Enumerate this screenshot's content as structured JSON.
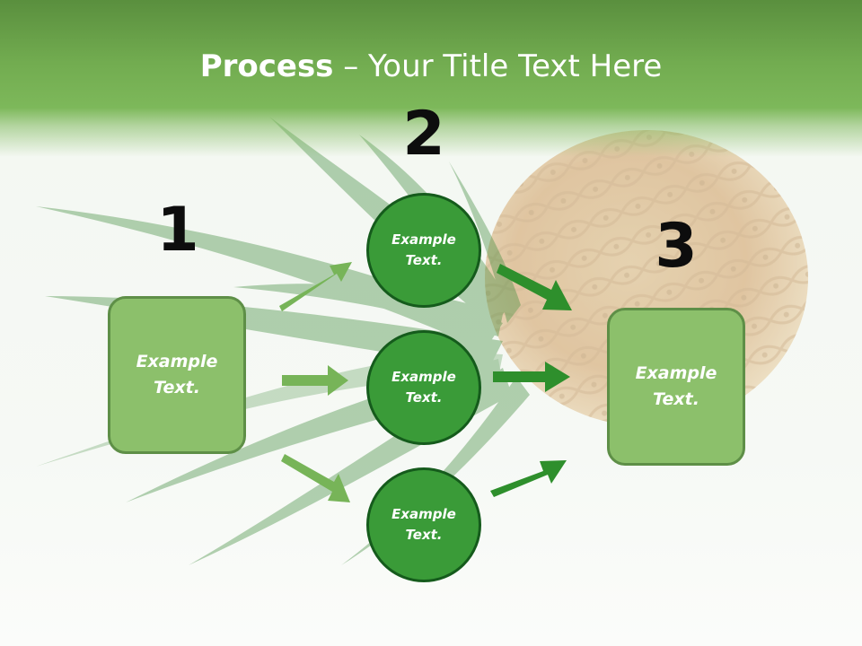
{
  "title": {
    "bold": "Process",
    "rest": " – Your Title Text Here"
  },
  "steps": {
    "one": "1",
    "two": "2",
    "three": "3"
  },
  "left_box": {
    "label": "Example\nText."
  },
  "circles": [
    {
      "label": "Example\nText."
    },
    {
      "label": "Example\nText."
    },
    {
      "label": "Example\nText."
    }
  ],
  "right_box": {
    "label": "Example\nText."
  },
  "colors": {
    "header_green": "#72ac50",
    "box_fill": "#8cc06b",
    "box_border": "#5e8f47",
    "circle_fill": "#3a9b38",
    "circle_border": "#155b1c",
    "arrow_light": "#77b458",
    "arrow_dark": "#2e8f2c"
  },
  "background_image": "pineapple-photo"
}
